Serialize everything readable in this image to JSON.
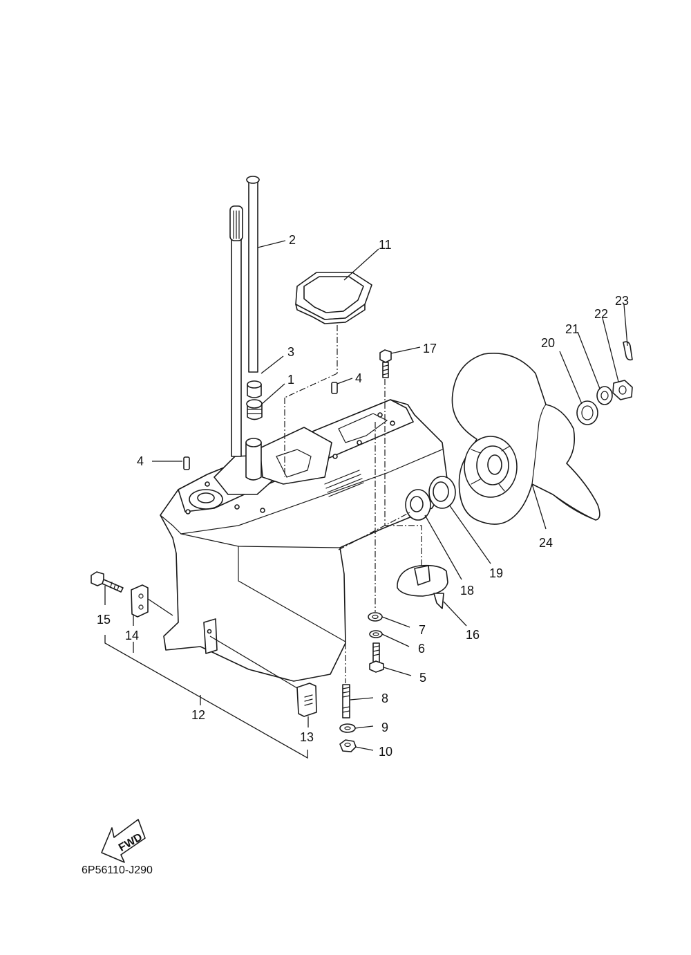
{
  "diagram_code": "6P56110-J290",
  "direction_label": "FWD",
  "callouts": {
    "c1": "1",
    "c2": "2",
    "c3": "3",
    "c4a": "4",
    "c4b": "4",
    "c5": "5",
    "c6": "6",
    "c7": "7",
    "c8": "8",
    "c9": "9",
    "c10": "10",
    "c11": "11",
    "c12": "12",
    "c13": "13",
    "c14": "14",
    "c15": "15",
    "c16": "16",
    "c17": "17",
    "c18": "18",
    "c19": "19",
    "c20": "20",
    "c21": "21",
    "c22": "22",
    "c23": "23",
    "c24": "24"
  }
}
